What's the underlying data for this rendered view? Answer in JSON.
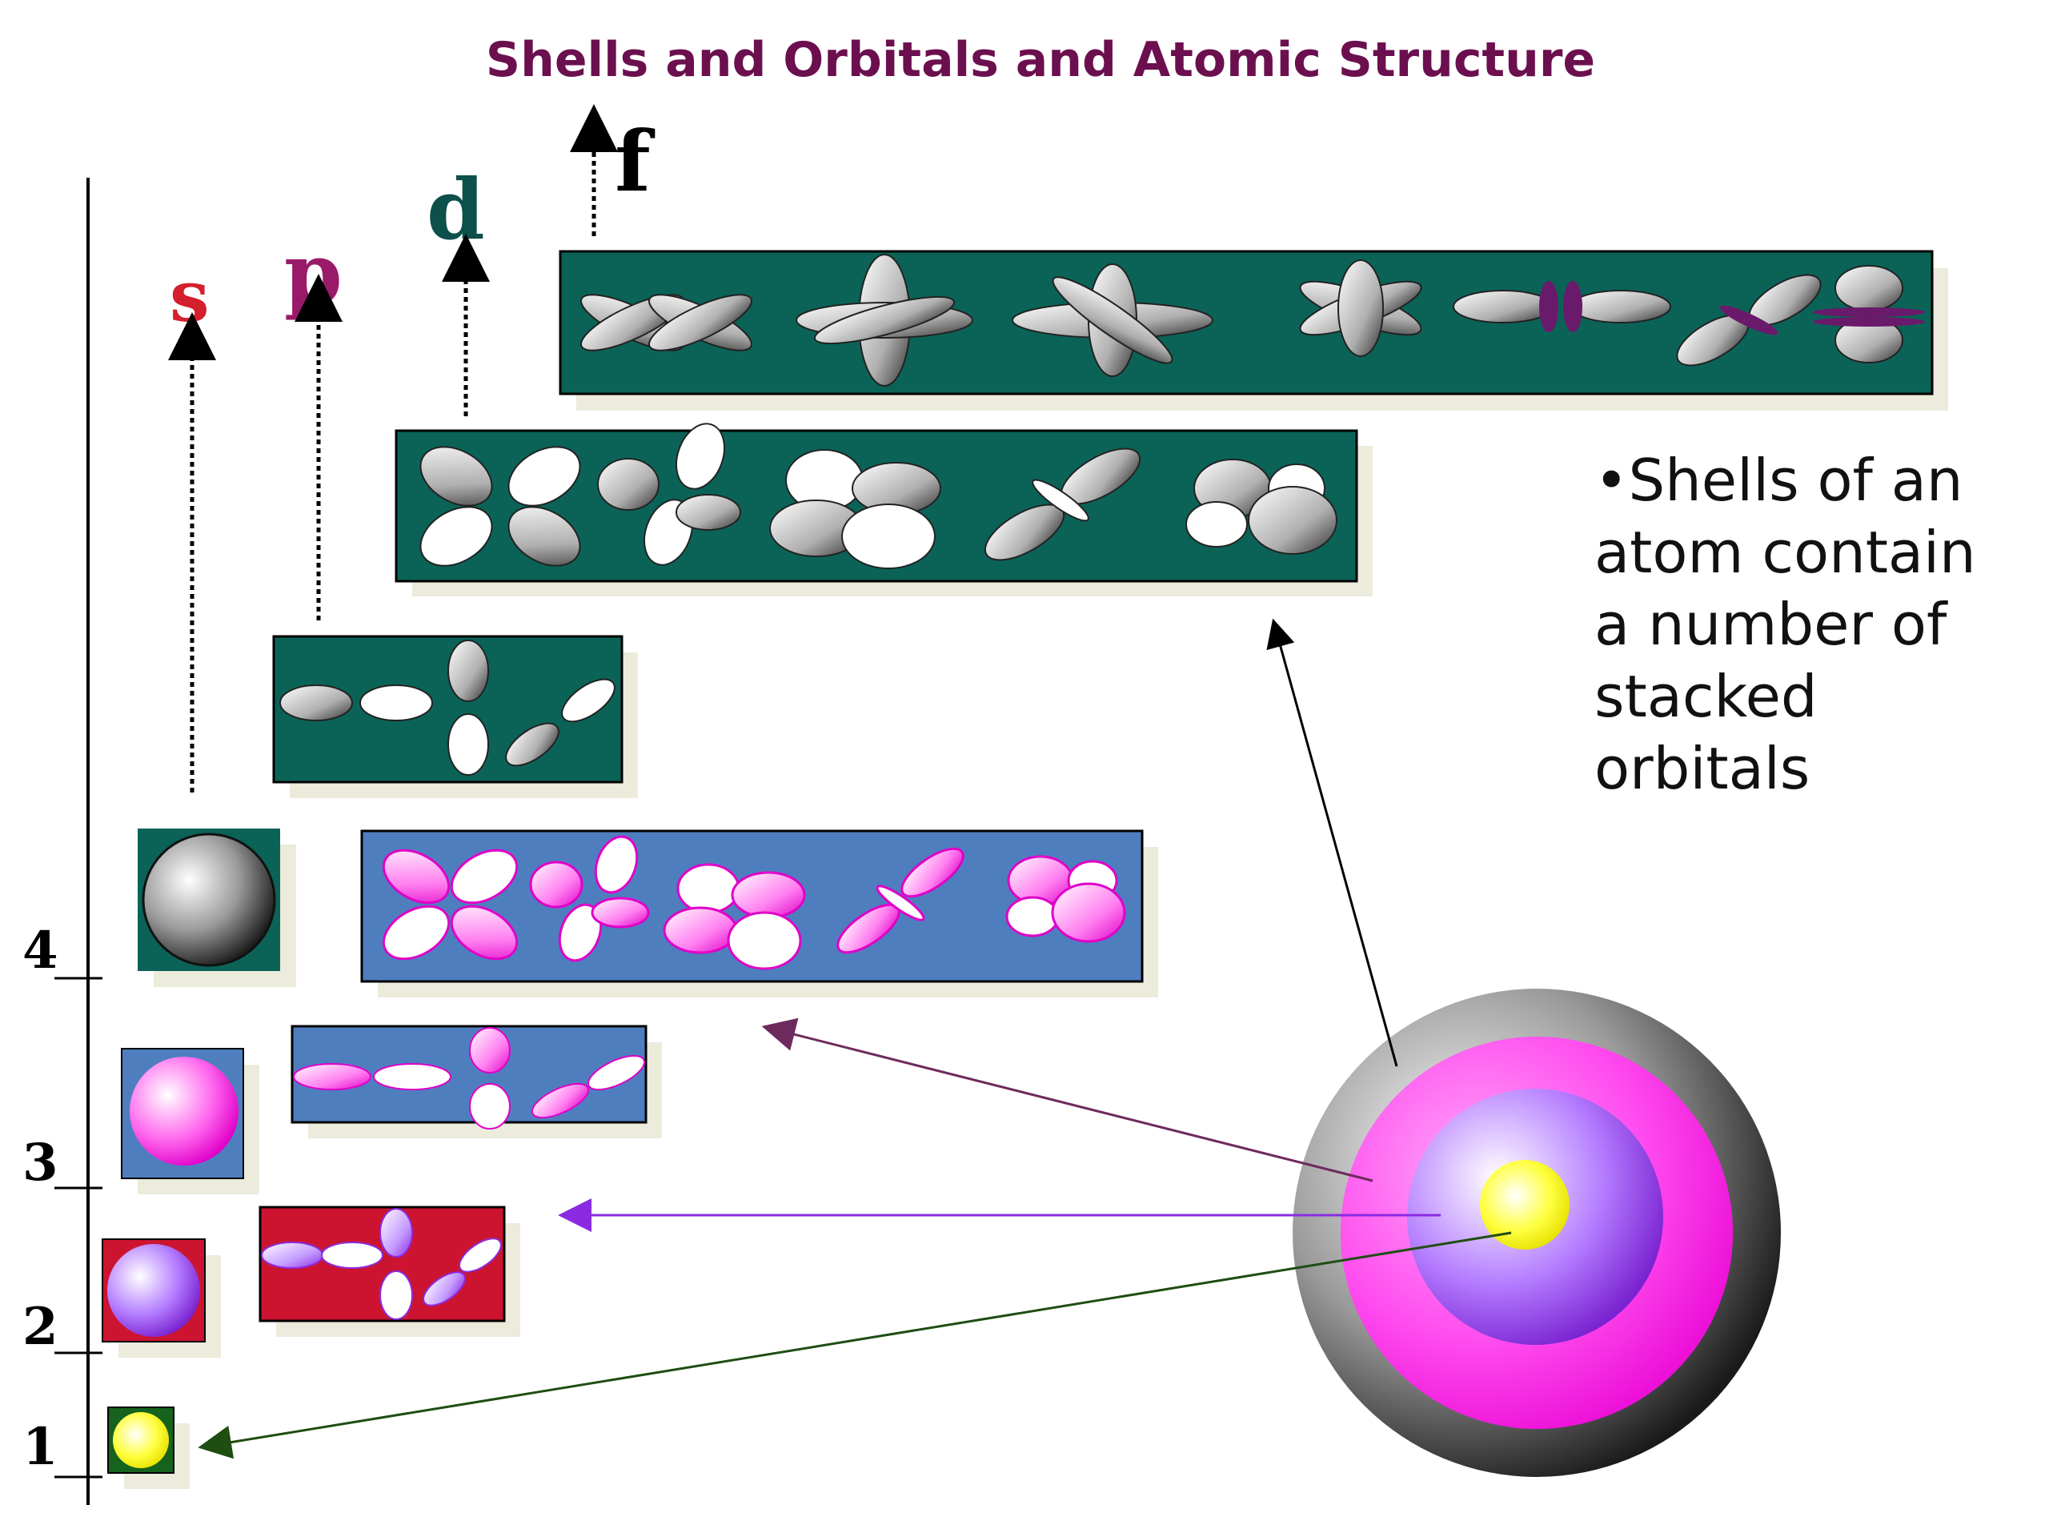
{
  "title": "Shells and Orbitals and Atomic Structure",
  "subshells": {
    "s": "s",
    "p": "p",
    "d": "d",
    "f": "f"
  },
  "shells": {
    "n1": "1",
    "n2": "2",
    "n3": "3",
    "n4": "4"
  },
  "bullet": "•Shells of an atom contain a number of stacked orbitals",
  "colors": {
    "title": "#6b0f4f",
    "teal_box": "#0b6358",
    "blue_box": "#4f7ebf",
    "red_box": "#cc1430",
    "green_box": "#15631d",
    "s_label": "#d4202c",
    "p_label": "#9a1a6a",
    "d_label": "#0d4f4a",
    "arrow_purple": "#6e2a5c",
    "arrow_violet": "#8a2be2",
    "arrow_green": "#1f4d12"
  }
}
